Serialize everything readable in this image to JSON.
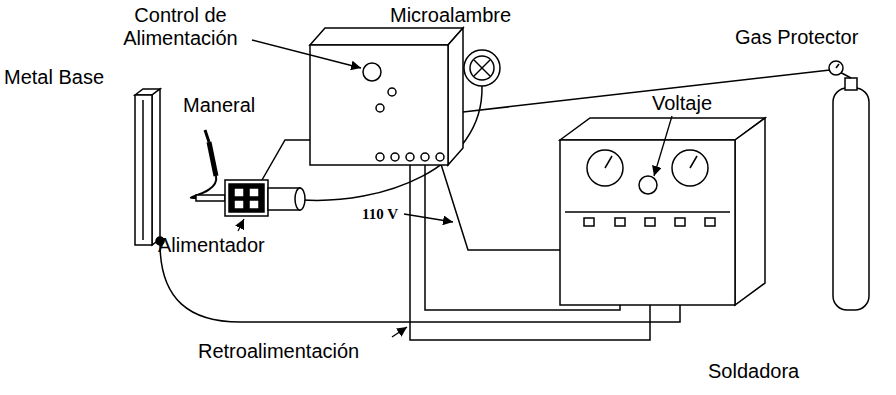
{
  "diagram": {
    "labels": [
      "Control de Alimentación",
      "Microalambre",
      "Gas Protector",
      "Metal Base",
      "Maneral",
      "Voltaje",
      "Alimentador",
      "110 V",
      "Retroalimentación",
      "Soldadora"
    ]
  }
}
